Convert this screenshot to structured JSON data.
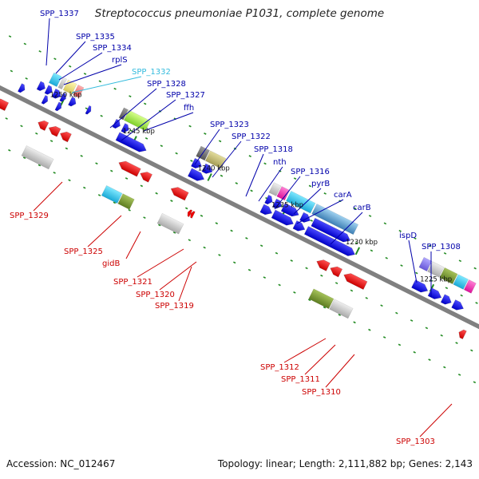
{
  "title": "Streptococcus pneumoniae P1031, complete genome",
  "footer": {
    "accession": "Accession: NC_012467",
    "summary": "Topology: linear; Length: 2,111,882 bp; Genes: 2,143"
  },
  "ticks": [
    "1250 kbp",
    "1245 kbp",
    "1240 kbp",
    "1235 kbp",
    "1230 kbp",
    "1225 kbp"
  ],
  "labels_top": [
    "SPP_1337",
    "SPP_1335",
    "SPP_1334",
    "rplS",
    "SPP_1332",
    "SPP_1328",
    "SPP_1327",
    "ffh",
    "SPP_1323",
    "SPP_1322",
    "SPP_1318",
    "nth",
    "SPP_1316",
    "pyrB",
    "carA",
    "carB",
    "ispD",
    "SPP_1308"
  ],
  "labels_bottom": [
    "SPP_1329",
    "SPP_1325",
    "gidB",
    "SPP_1321",
    "SPP_1320",
    "SPP_1319",
    "SPP_1312",
    "SPP_1311",
    "SPP_1310",
    "SPP_1303"
  ],
  "colors": {
    "axis": "#808080",
    "forward": "#0000ee",
    "reverse": "#ee0000",
    "forward_label": "#0000aa",
    "reverse_label": "#cc0000",
    "highlight_label": "#33bbdd",
    "tick": "#228b22"
  }
}
